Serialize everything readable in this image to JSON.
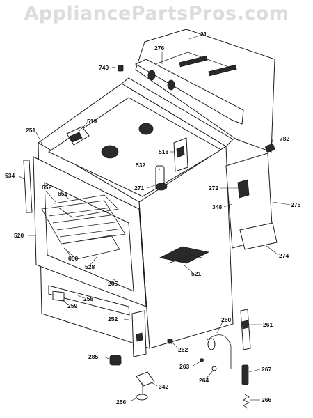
{
  "watermark": "AppliancePartsPros.com",
  "part_numbers": {
    "p21": "21",
    "p276": "276",
    "p740": "740",
    "p519": "519",
    "p251": "251",
    "p782": "782",
    "p518": "518",
    "p532": "532",
    "p534": "534",
    "p652": "652",
    "p651": "651",
    "p271": "271",
    "p272": "272",
    "p348": "348",
    "p275": "275",
    "p520": "520",
    "p650": "650",
    "p528": "528",
    "p274": "274",
    "p521": "521",
    "p265": "265",
    "p258": "258",
    "p259": "259",
    "p252": "252",
    "p260": "260",
    "p261": "261",
    "p262": "262",
    "p285": "285",
    "p263": "263",
    "p264": "264",
    "p267": "267",
    "p342": "342",
    "p256": "256",
    "p266": "266"
  }
}
